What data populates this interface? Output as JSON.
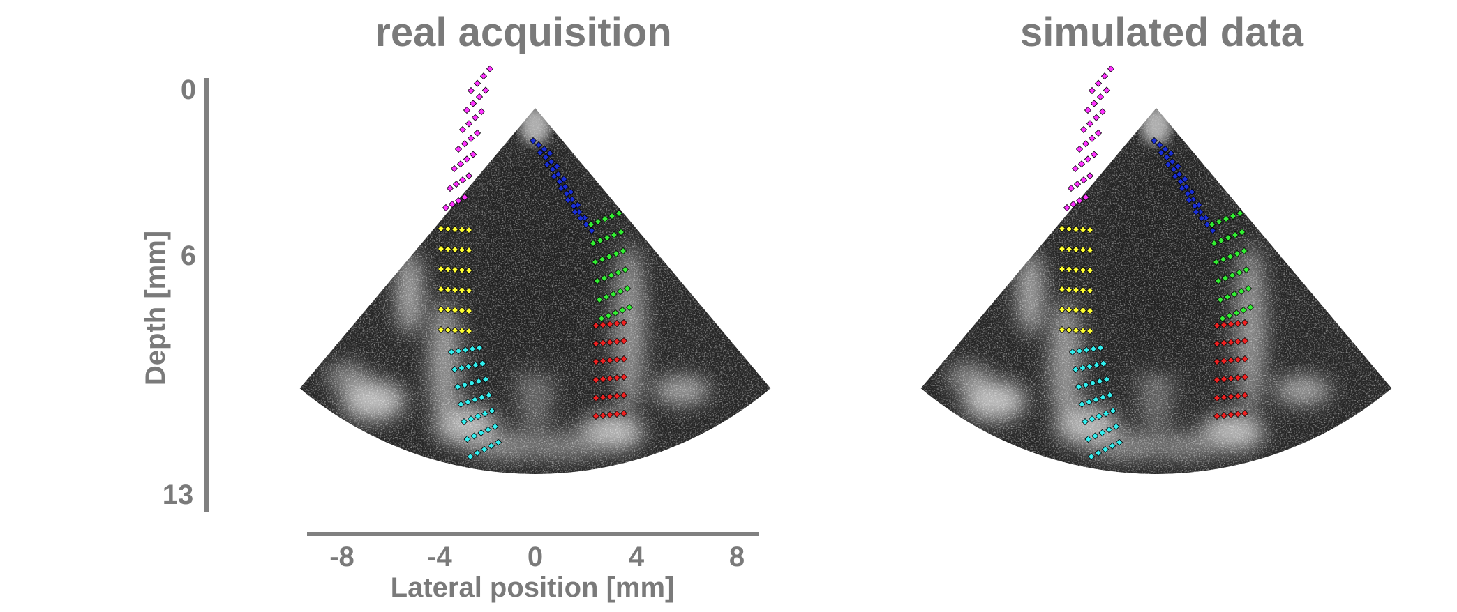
{
  "panels": [
    {
      "title": "real acquisition"
    },
    {
      "title": "simulated data"
    }
  ],
  "y_axis": {
    "label": "Depth [mm]",
    "ticks": [
      "0",
      "6",
      "13"
    ]
  },
  "x_axis": {
    "label": "Lateral position [mm]",
    "ticks": [
      "-8",
      "-4",
      "0",
      "4",
      "8"
    ]
  },
  "colors": {
    "axis": "#808080",
    "magenta": "#ff33ff",
    "blue": "#1a2fd6",
    "yellow": "#ffff33",
    "green": "#33ee33",
    "cyan": "#33f0f0",
    "red": "#ee2222"
  }
}
